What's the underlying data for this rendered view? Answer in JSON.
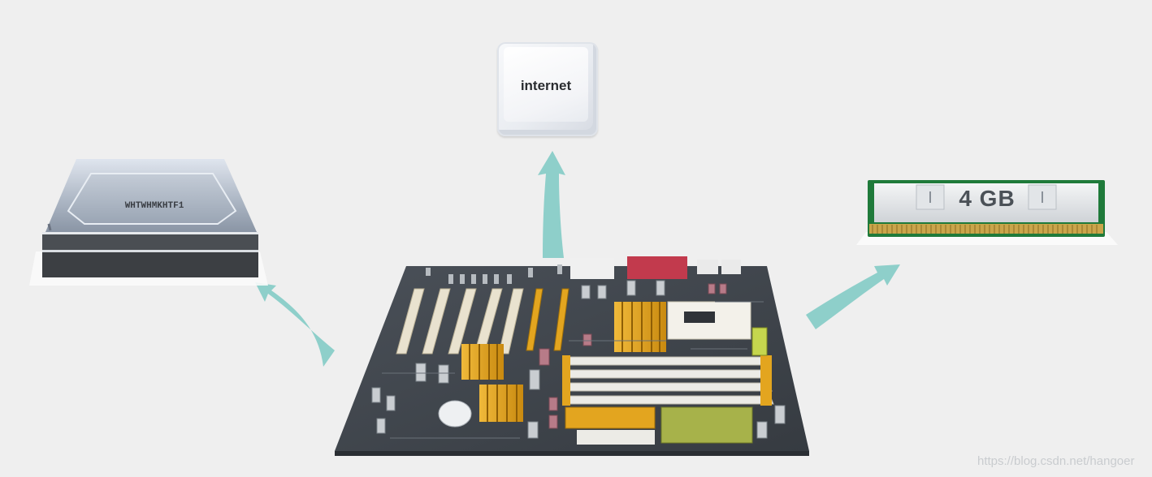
{
  "keyboard_key": {
    "label": "internet"
  },
  "ram_module": {
    "label": "4 GB"
  },
  "hard_drive": {
    "label": "WHTWHMKHTF1"
  },
  "watermark": {
    "text": "https://blog.csdn.net/hangoer"
  },
  "colors": {
    "background": "#efefef",
    "arrow": "#8ecfca",
    "board": "#3f454c",
    "ram_pcb": "#1f7a3a",
    "gold": "#e0a51c"
  },
  "icons": [
    "hard-drive-icon",
    "keyboard-key-icon",
    "ram-module-icon",
    "motherboard-icon"
  ]
}
